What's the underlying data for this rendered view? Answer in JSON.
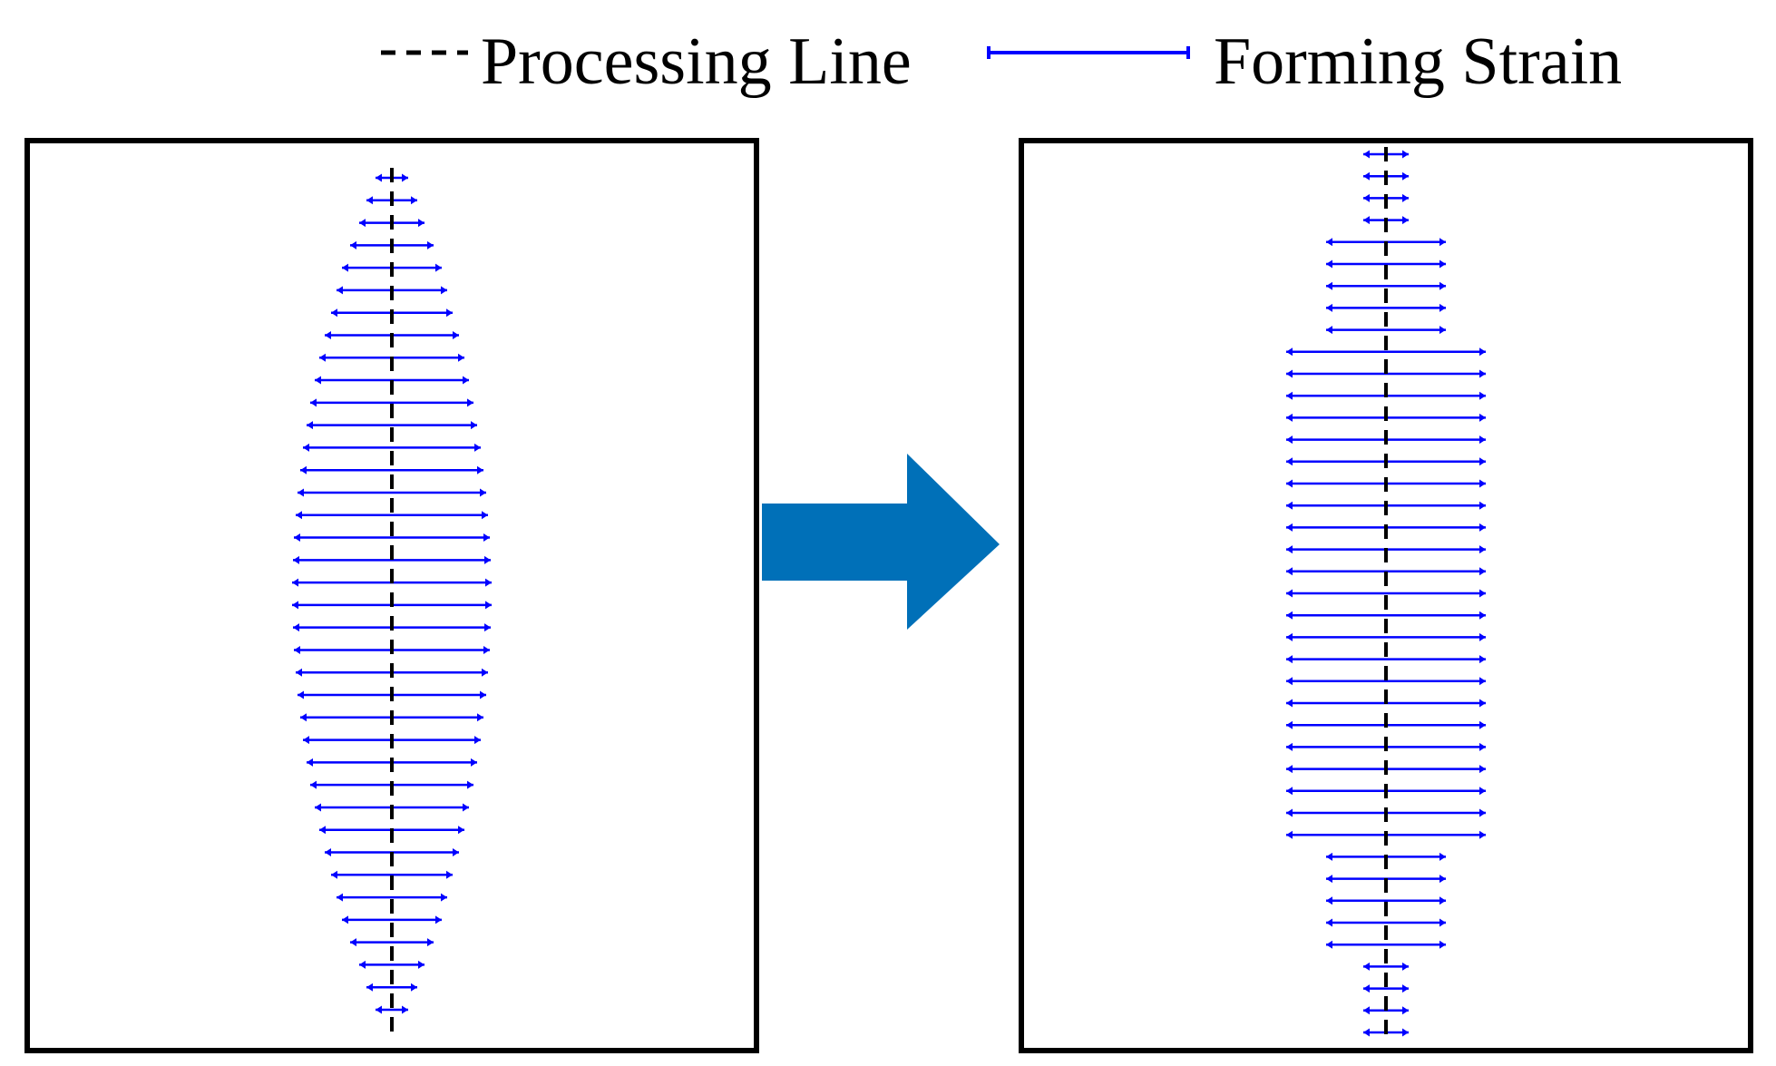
{
  "legend": {
    "processing_line_label": "Processing Line",
    "forming_strain_label": "Forming Strain"
  },
  "colors": {
    "processing_line": "#000000",
    "forming_strain": "#0000ff",
    "arrow": "#0070b8",
    "frame": "#000000"
  },
  "diagram": {
    "left_panel": {
      "description_shape": "lens",
      "strain_half_widths": [
        18,
        28,
        36,
        46,
        55,
        61,
        67,
        74,
        80,
        85,
        90,
        94,
        98,
        101,
        104,
        106,
        108,
        109,
        110,
        110,
        109,
        108,
        106,
        104,
        101,
        98,
        94,
        90,
        85,
        80,
        74,
        67,
        61,
        55,
        46,
        36,
        28,
        18
      ]
    },
    "right_panel": {
      "description_shape": "stepped",
      "strain_half_widths": [
        25,
        25,
        25,
        25,
        66,
        66,
        66,
        66,
        66,
        110,
        110,
        110,
        110,
        110,
        110,
        110,
        110,
        110,
        110,
        110,
        110,
        110,
        110,
        110,
        110,
        110,
        110,
        110,
        110,
        110,
        110,
        110,
        66,
        66,
        66,
        66,
        66,
        25,
        25,
        25,
        25
      ]
    },
    "arrow_direction": "right"
  }
}
